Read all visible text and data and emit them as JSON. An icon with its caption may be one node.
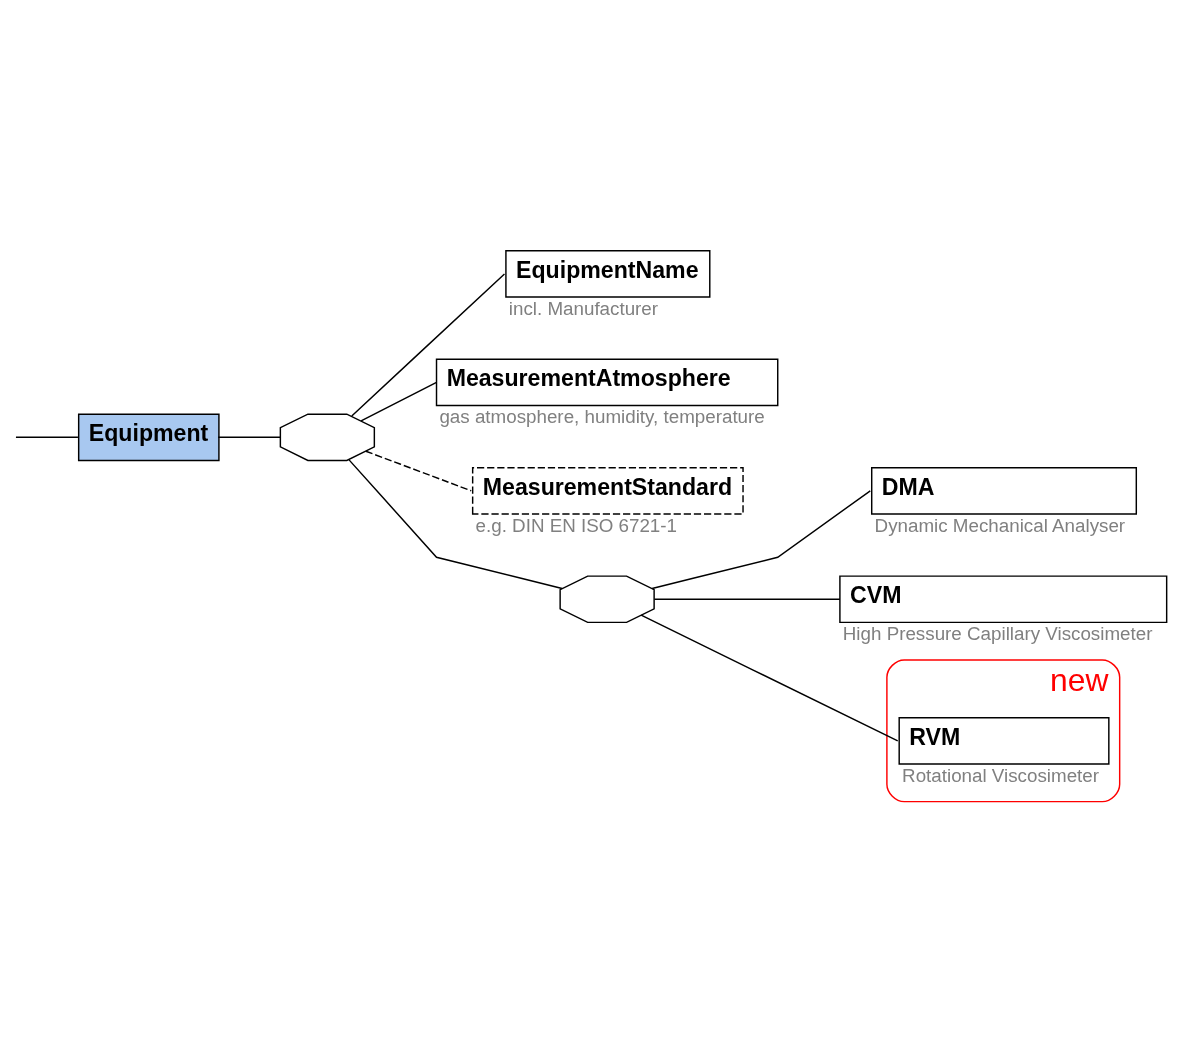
{
  "diagram": {
    "nodes": [
      {
        "text": [
          "Equipment"
        ]
      },
      {
        "text": [],
        "shape": "octagon"
      },
      {
        "text": [
          "EquipmentName"
        ],
        "beside": [
          "incl. Manufacturer"
        ]
      },
      {
        "text": [
          "MeasurementAtmosphere"
        ],
        "beside": [
          "gas atmosphere, humidity, temperature"
        ]
      },
      {
        "text": [
          "MeasurementStandard"
        ],
        "beside": [
          "e.g. DIN EN ISO 6721-1"
        ]
      },
      {
        "text": [],
        "shape": "octagon"
      },
      {
        "text": [
          "DMA"
        ],
        "beside": [
          "Dynamic Mechanical Analyser"
        ]
      },
      {
        "text": [
          "CVM"
        ],
        "beside": [
          "High Pressure Capillary Viscosimeter"
        ]
      },
      {
        "text": [],
        "shape": "ellipse",
        "beside": [
          "new"
        ]
      },
      {
        "text": [
          "RVM"
        ],
        "beside": [
          "Rotational Viscosimeter"
        ],
        "in": 8
      }
    ],
    "edges": [
      {
        "from": null,
        "to": 0,
        "arrow": "none"
      },
      {
        "from": 0,
        "to": 1,
        "arrow": "none"
      },
      {
        "from": 1,
        "to": 2,
        "arrow": "none"
      },
      {
        "from": 1,
        "to": 3,
        "arrow": "none"
      },
      {
        "from": 1,
        "to": 4,
        "arrow": "none",
        "style": "dashed"
      },
      {
        "from": 1,
        "to": 5,
        "arrow": "none"
      },
      {
        "from": 5,
        "to": 6,
        "arrow": "none"
      },
      {
        "from": 5,
        "to": 7,
        "arrow": "none"
      },
      {
        "from": 5,
        "to": 9,
        "arrow": "none"
      }
    ]
  }
}
